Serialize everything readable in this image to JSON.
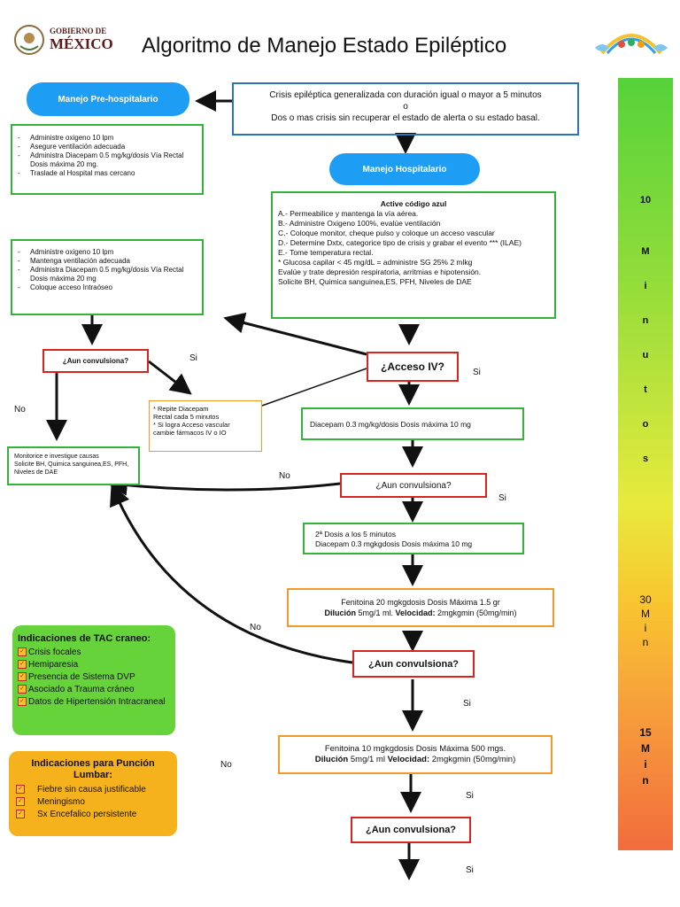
{
  "header": {
    "gov_line1": "GOBIERNO DE",
    "gov_line2": "MÉXICO",
    "title": "Algoritmo de Manejo Estado Epiléptico"
  },
  "top_box": {
    "line1": "Crisis epiléptica generalizada con duración igual o mayor a 5 minutos",
    "line2": "o",
    "line3": "Dos o mas crisis sin recuperar el estado de alerta o su estado basal."
  },
  "prehosp": {
    "title": "Manejo Pre-hospitalario",
    "items": [
      "Administre oxigeno 10 lpm",
      "Asegure ventilación adecuada",
      "Administra Diacepam 0.5 mg/kg/dosis Vía Rectal Dosis máxima 20 mg.",
      "Traslade al Hospital mas cercano"
    ]
  },
  "hosp": {
    "title": "Manejo Hospitalario"
  },
  "code_blue": {
    "title": "Active código azul",
    "lines": [
      "A.- Permeabilice y mantenga la vía aérea.",
      "B.- Administre Oxigeno 100%, evalúe ventilación",
      "C.- Coloque monitor, cheque pulso y coloque un acceso vascular",
      "D.- Determine Dxtx, categorice tipo de crisis y grabar el evento *** (ILAE)",
      "E.- Tome temperatura rectal.",
      "* Glucosa capilar < 45 mg/dL = administre  SG 25%  2 mlkg",
      "Evalúe y trate depresión respiratoria, arritmias e hipotensión.",
      "Solicite BH, Quimica sanguinea,ES, PFH, Niveles de DAE"
    ]
  },
  "left_box2": {
    "items": [
      "Administre oxigeno 10 lpm",
      "Mantenga ventilación adecuada",
      "Administra Diacepam 0.5 mg/kg/dosis Vía Rectal Dosis máxima 20 mg",
      "Coloque acceso Intraóseo"
    ]
  },
  "q_left": "¿Aun convulsiona?",
  "acceso_iv": "¿Acceso IV?",
  "repite": {
    "l1": "* Repite Diacepam",
    "l2": "Rectal cada 5 minutos",
    "l3": "*  Si logra Acceso vascular",
    "l4": "cambie fármacos  IV o IO"
  },
  "monitor": {
    "l1": "Monitorice e investigue causas",
    "l2": "Solicite BH, Quimica sanguinea,ES, PFH, Niveles de DAE"
  },
  "diacepam": "Diacepam 0.3 mg/kg/dosis  Dosis máxima 10 mg",
  "q2": "¿Aun convulsiona?",
  "dosis2": {
    "l1": "2ª Dosis a los 5 minutos",
    "l2": "Diacepam 0.3 mgkgdosis  Dosis máxima 10 mg"
  },
  "fenitoina1": {
    "l1": "Fenitoina 20 mgkgdosis Dosis Máxima 1.5 gr",
    "dil_label": "Dilución",
    "dil": " 5mg/1 ml.   ",
    "vel_label": "Velocidad:",
    "vel": " 2mgkgmin (50mg/min)"
  },
  "q3": "¿Aun convulsiona?",
  "fenitoina2": {
    "l1": "Fenitoina 10 mgkgdosis Dosis Máxima 500 mgs.",
    "dil_label": "Dilución",
    "dil": " 5mg/1 ml   ",
    "vel_label": "Velocidad:",
    "vel": " 2mgkgmin (50mg/min)"
  },
  "q4": "¿Aun convulsiona?",
  "labels": {
    "si": "Si",
    "no": "No"
  },
  "tac": {
    "title": "Indicaciones de TAC craneo:",
    "items": [
      "Crisis focales",
      "Hemiparesia",
      "Presencia de Sistema DVP",
      "Asociado a Trauma cráneo",
      "Datos de Hipertensión Intracraneal"
    ]
  },
  "puncion": {
    "title": "Indicaciones para Punción Lumbar:",
    "items": [
      "Fiebre sin causa justificable",
      "Meningismo",
      "Sx Encefalico persistente"
    ]
  },
  "timebar": {
    "a": [
      "10",
      "M",
      "i",
      "n",
      "u",
      "t",
      "o",
      "s"
    ],
    "b": [
      "30",
      "M",
      "i",
      "n"
    ],
    "c": [
      "15",
      "M",
      "i",
      "n"
    ]
  },
  "colors": {
    "blue": "#1e9df5",
    "green": "#34b33a",
    "orange": "#f19a2b",
    "red": "#d9241d"
  }
}
